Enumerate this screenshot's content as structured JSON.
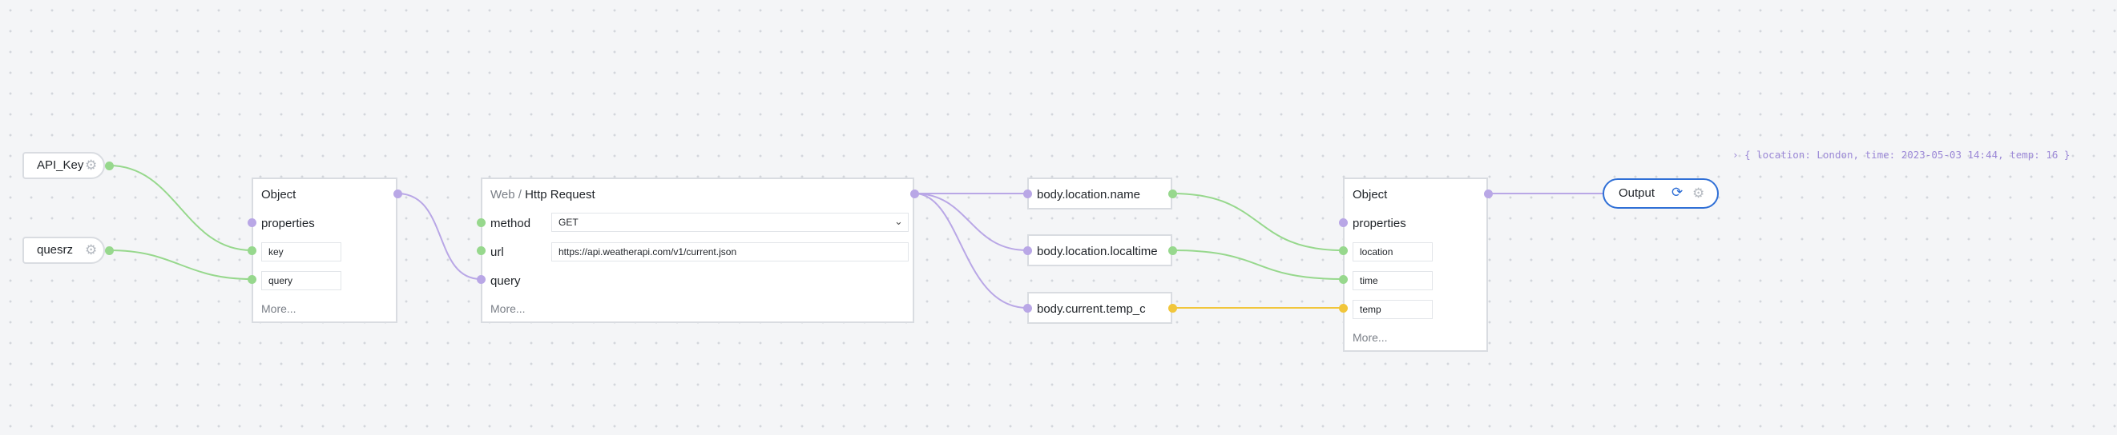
{
  "inputs": {
    "api_key": {
      "label": "API_Key",
      "icon": "gear-icon"
    },
    "quesrz": {
      "label": "quesrz",
      "icon": "gear-icon"
    }
  },
  "object1": {
    "title": "Object",
    "properties_label": "properties",
    "fields": [
      "key",
      "query"
    ],
    "more": "More..."
  },
  "http": {
    "title_prefix": "Web /",
    "title": "Http Request",
    "method_label": "method",
    "method_value": "GET",
    "url_label": "url",
    "url_value": "https://api.weatherapi.com/v1/current.json",
    "query_label": "query",
    "more": "More..."
  },
  "paths": [
    "body.location.name",
    "body.location.localtime",
    "body.current.temp_c"
  ],
  "object2": {
    "title": "Object",
    "properties_label": "properties",
    "fields": [
      "location",
      "time",
      "temp"
    ],
    "more": "More..."
  },
  "output": {
    "label": "Output",
    "refresh_icon": "refresh-icon",
    "settings_icon": "gear-icon"
  },
  "preview": {
    "chevron": "›",
    "text": "{ location: London, time: 2023-05-03 14:44, temp: 16 }"
  },
  "colors": {
    "accent": "#2f6fd6",
    "wire_purple": "#b9a7e6",
    "wire_green": "#97d88d",
    "wire_yellow": "#f1c63b",
    "border": "#d9dce1"
  }
}
